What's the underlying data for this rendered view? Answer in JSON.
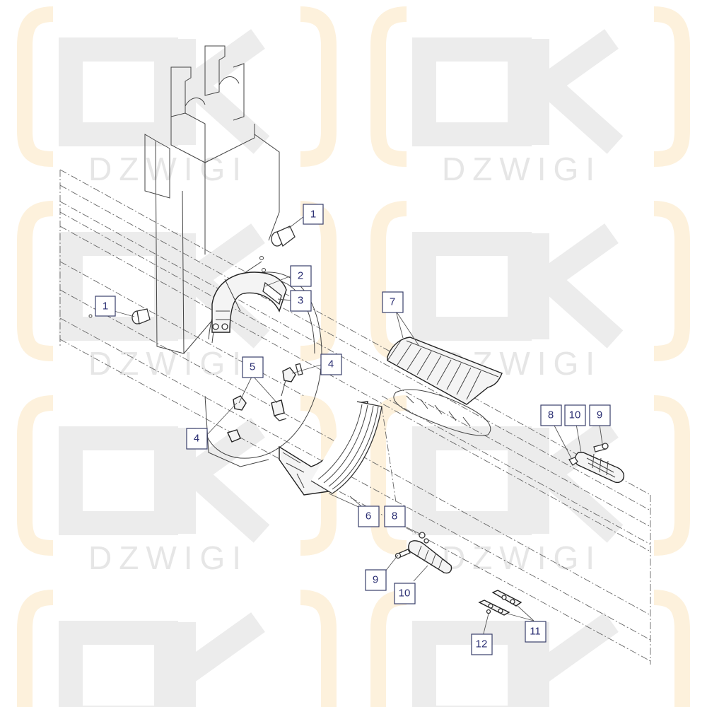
{
  "diagram": {
    "type": "exploded-parts-diagram",
    "watermark": {
      "logo_text": "OK",
      "sub_text": "DZWIGI",
      "bracket_color": "#fdf1dc",
      "logo_color": "#ececec"
    },
    "callouts": [
      {
        "id": "c1a",
        "label": "1"
      },
      {
        "id": "c1b",
        "label": "1"
      },
      {
        "id": "c2",
        "label": "2"
      },
      {
        "id": "c3",
        "label": "3"
      },
      {
        "id": "c4a",
        "label": "4"
      },
      {
        "id": "c4b",
        "label": "4"
      },
      {
        "id": "c5",
        "label": "5"
      },
      {
        "id": "c6",
        "label": "6"
      },
      {
        "id": "c7",
        "label": "7"
      },
      {
        "id": "c8a",
        "label": "8"
      },
      {
        "id": "c10a",
        "label": "10"
      },
      {
        "id": "c9a",
        "label": "9"
      },
      {
        "id": "c8b",
        "label": "8"
      },
      {
        "id": "c9b",
        "label": "9"
      },
      {
        "id": "c10b",
        "label": "10"
      },
      {
        "id": "c11",
        "label": "11"
      },
      {
        "id": "c12",
        "label": "12"
      }
    ],
    "colors": {
      "callout_border": "#3a3f6b",
      "callout_text": "#2b2f73",
      "line_art": "#333333"
    }
  }
}
